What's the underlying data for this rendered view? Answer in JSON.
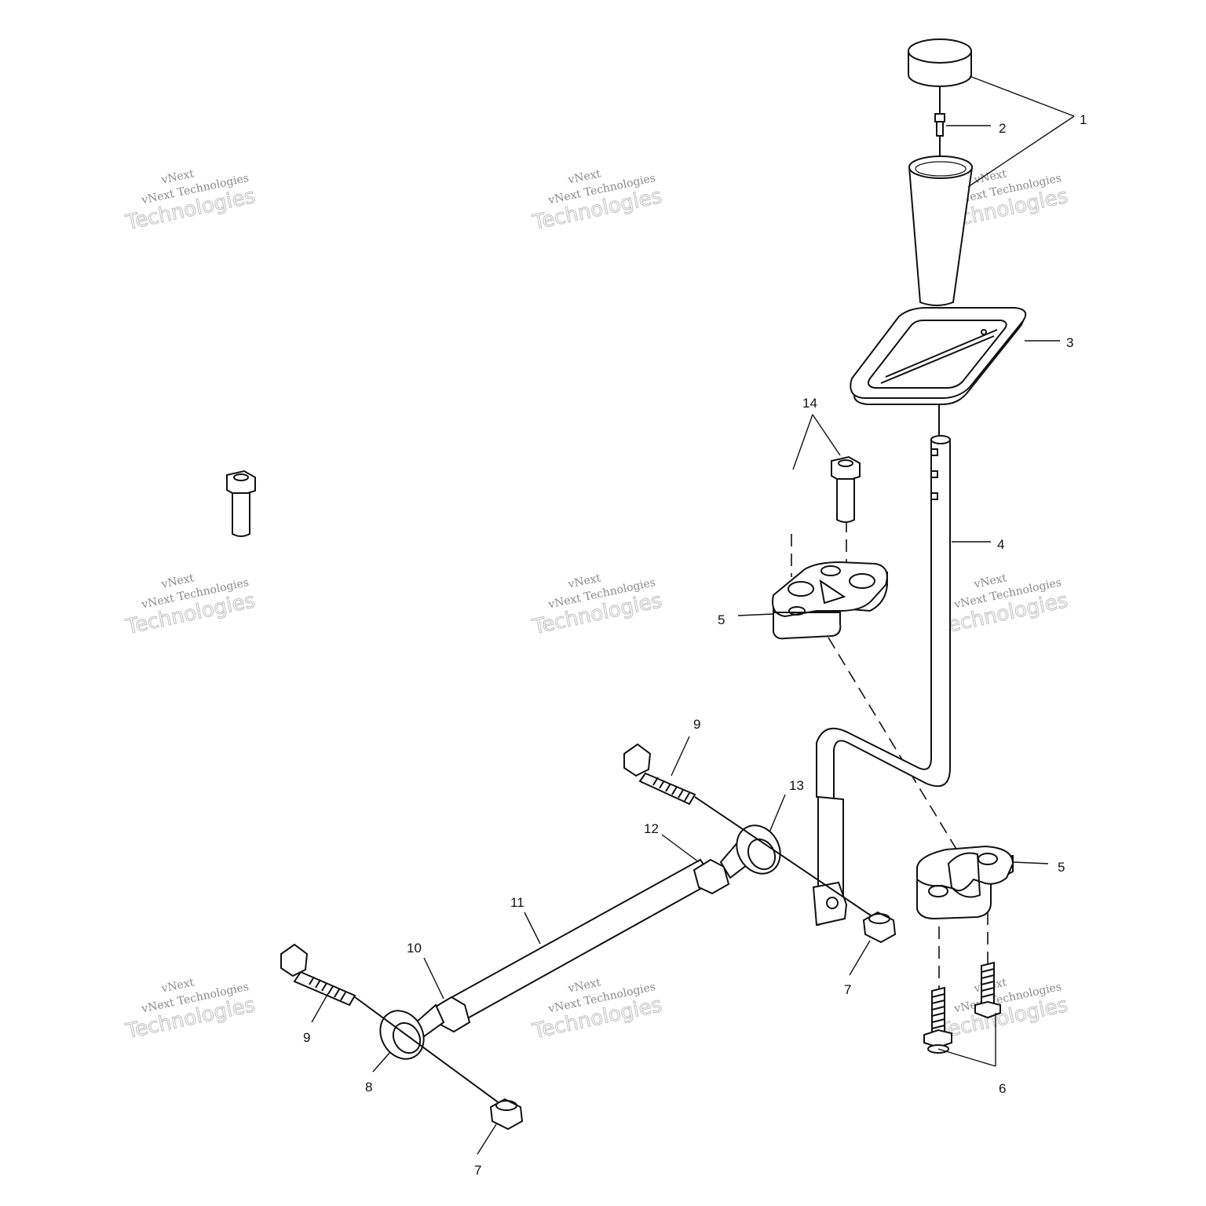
{
  "watermark": {
    "line1": "vNext",
    "line2": "vNext Technologies",
    "line3": "Technologies"
  },
  "callouts": [
    "1",
    "2",
    "3",
    "4",
    "5",
    "5",
    "6",
    "7",
    "7",
    "8",
    "9",
    "9",
    "10",
    "11",
    "12",
    "13",
    "14"
  ]
}
